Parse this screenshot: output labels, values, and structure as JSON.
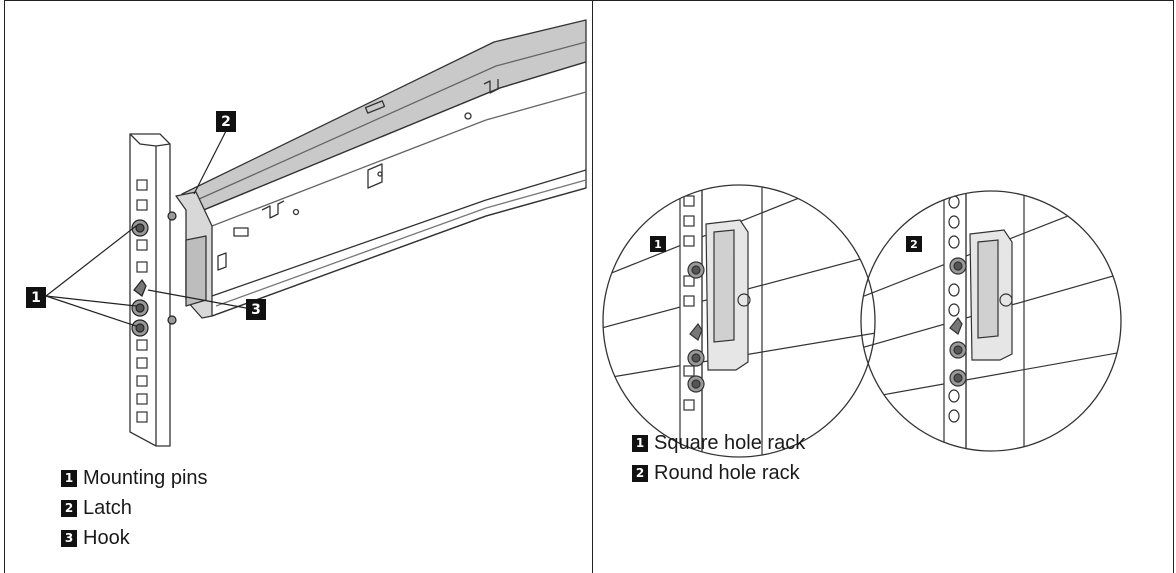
{
  "left": {
    "callouts": [
      "1",
      "2",
      "3"
    ],
    "legend": [
      {
        "num": "1",
        "label": "Mounting pins"
      },
      {
        "num": "2",
        "label": "Latch"
      },
      {
        "num": "3",
        "label": "Hook"
      }
    ]
  },
  "right": {
    "callouts": [
      "1",
      "2"
    ],
    "legend": [
      {
        "num": "1",
        "label": "Square hole rack"
      },
      {
        "num": "2",
        "label": "Round hole rack"
      }
    ]
  }
}
